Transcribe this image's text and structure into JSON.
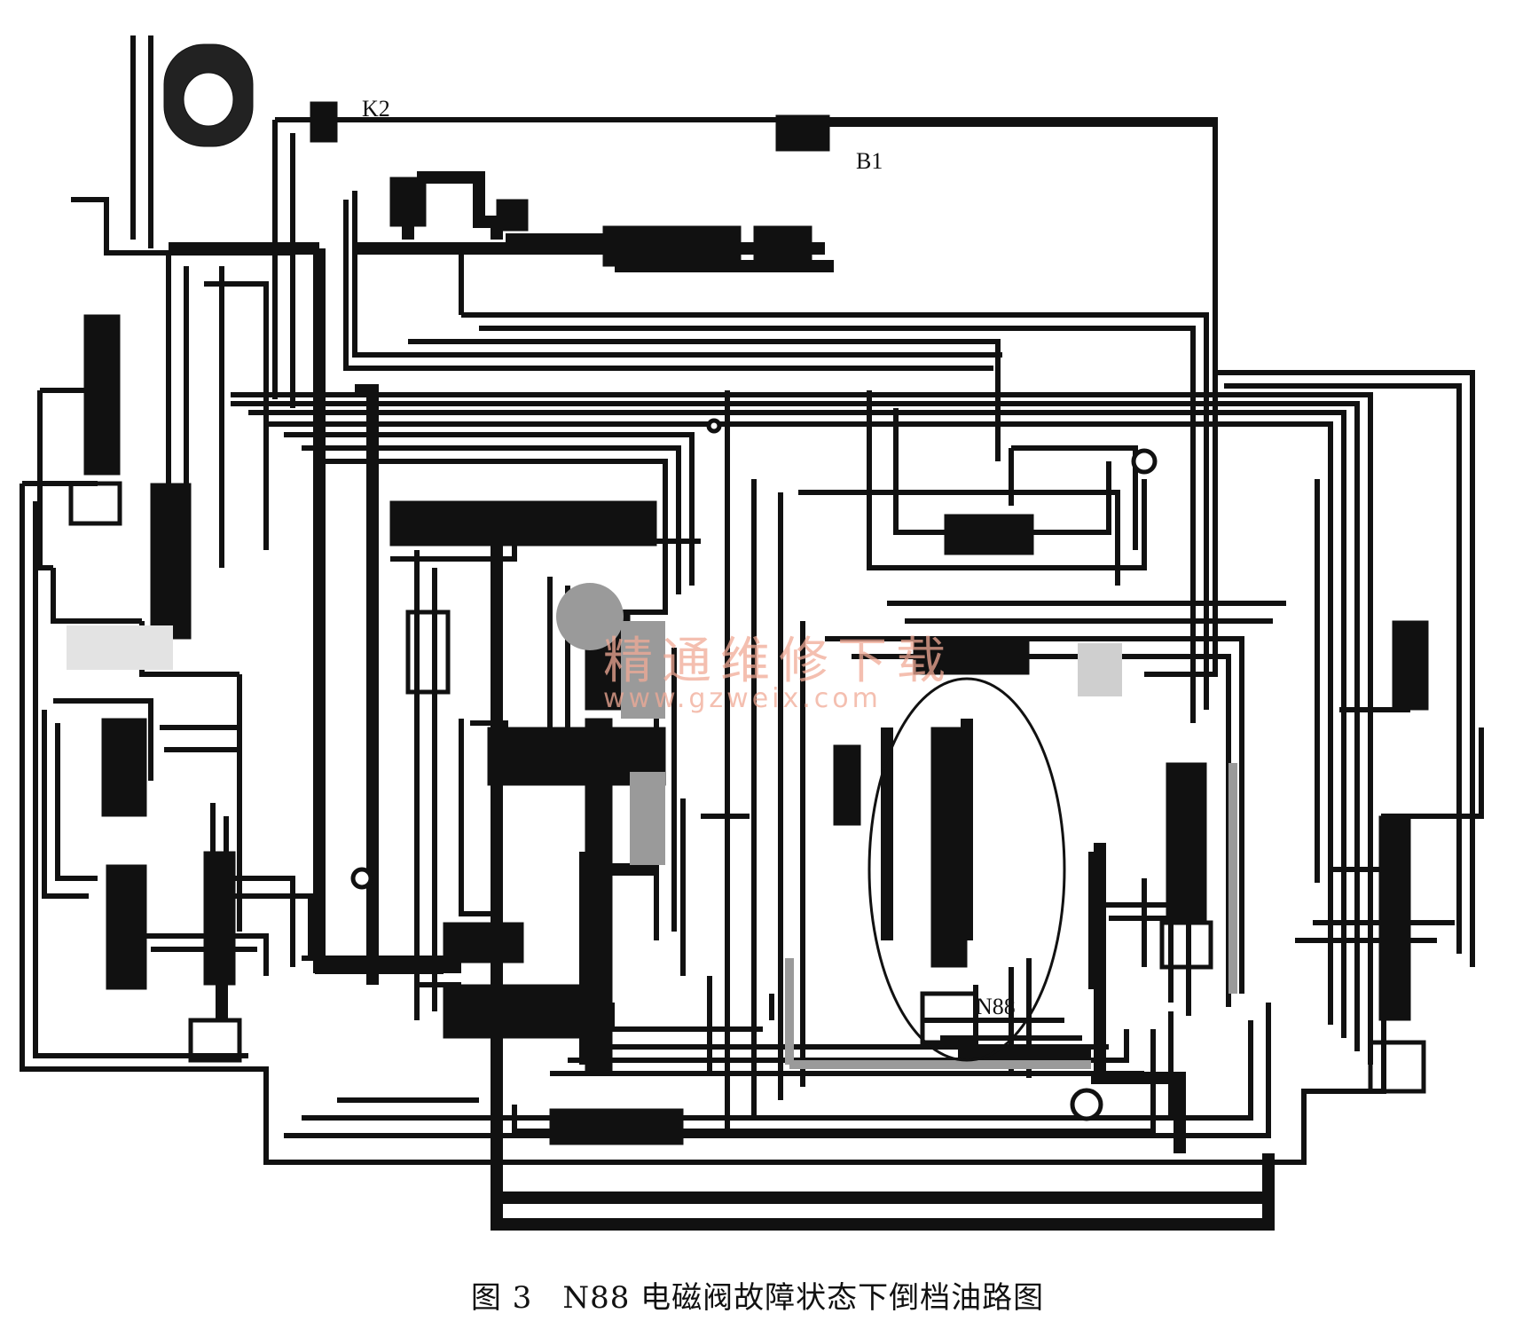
{
  "labels": {
    "k2": "K2",
    "b1": "B1",
    "n88": "N88"
  },
  "watermark": {
    "line1": "精通维修下载",
    "line2": "www.gzweix.com"
  },
  "caption": {
    "figure": "图 3",
    "text": "N88 电磁阀故障状态下倒档油路图"
  },
  "colors": {
    "line": "#111111",
    "shade": "#9a9a9a",
    "watermark": "#f0aa96"
  }
}
